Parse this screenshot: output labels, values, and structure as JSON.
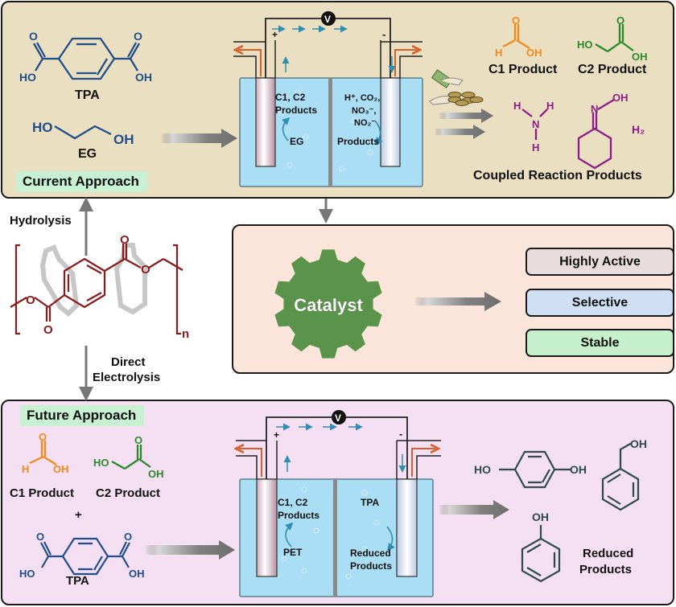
{
  "colors": {
    "current_panel_bg": "#ebdfc2",
    "catalyst_panel_bg": "#fce5da",
    "future_panel_bg": "#f5dff3",
    "label_tag_bg": "#c8f0d3",
    "electrolyte": "#a9def5",
    "tpa_blue": "#1f4e8a",
    "c1_orange": "#f08a1c",
    "c2_green": "#2a8a2a",
    "coupled_purple": "#8a1e8a",
    "pet_red": "#8b1a1a",
    "catalyst_green": "#5a944a",
    "flow_orange": "#d8602a",
    "electron_blue": "#2e8fb0",
    "reduced_gray": "#2f4a4f"
  },
  "current": {
    "label": "Current Approach",
    "tpa": {
      "name": "TPA",
      "left_group": "HO",
      "right_group": "OH",
      "carbonyl": "O"
    },
    "eg": {
      "name": "EG",
      "left_group": "HO",
      "right_group": "OH"
    },
    "cell": {
      "voltmeter": "V",
      "anode_sign": "+",
      "cathode_sign": "-",
      "anode_products": [
        "C1, C2",
        "Products"
      ],
      "anode_reactant": "EG",
      "cathode_reactants": [
        "H⁺, CO₂,",
        "NO₃⁻,",
        "NO₂⁻"
      ],
      "cathode_products": "Products"
    },
    "products": {
      "c1": {
        "label": "C1 Product",
        "h": "H",
        "oh": "OH",
        "o": "O"
      },
      "c2": {
        "label": "C2 Product",
        "ho": "HO",
        "oh": "OH",
        "o": "O"
      },
      "ammonia": {
        "n": "N",
        "h": "H"
      },
      "oxime": {
        "n": "N",
        "oh": "OH"
      },
      "hydrogen": "H₂",
      "coupled_label": "Coupled Reaction Products"
    }
  },
  "middle": {
    "hydrolysis": "Hydrolysis",
    "direct_electrolysis": [
      "Direct",
      "Electrolysis"
    ],
    "pet": {
      "o": "O",
      "n": "n"
    },
    "catalyst": {
      "label": "Catalyst",
      "properties": [
        {
          "label": "Highly Active",
          "color": "#e8dcdc"
        },
        {
          "label": "Selective",
          "color": "#cfe0f5"
        },
        {
          "label": "Stable",
          "color": "#c6efcb"
        }
      ]
    }
  },
  "future": {
    "label": "Future Approach",
    "c1": {
      "label": "C1 Product",
      "h": "H",
      "oh": "OH",
      "o": "O"
    },
    "c2": {
      "label": "C2 Product",
      "ho": "HO",
      "oh": "OH",
      "o": "O"
    },
    "plus": "+",
    "tpa": {
      "name": "TPA",
      "left_group": "HO",
      "right_group": "OH",
      "carbonyl": "O"
    },
    "cell": {
      "voltmeter": "V",
      "anode_sign": "+",
      "cathode_sign": "-",
      "anode_products": [
        "C1, C2",
        "Products"
      ],
      "anode_reactant": "PET",
      "cathode_reactant": "TPA",
      "cathode_products": [
        "Reduced",
        "Products"
      ]
    },
    "reduced": {
      "hydroquinone": {
        "ho": "HO",
        "oh": "OH"
      },
      "benzyl_alcohol": {
        "oh": "OH"
      },
      "phenol": {
        "oh": "OH"
      },
      "label": [
        "Reduced",
        "Products"
      ]
    }
  }
}
